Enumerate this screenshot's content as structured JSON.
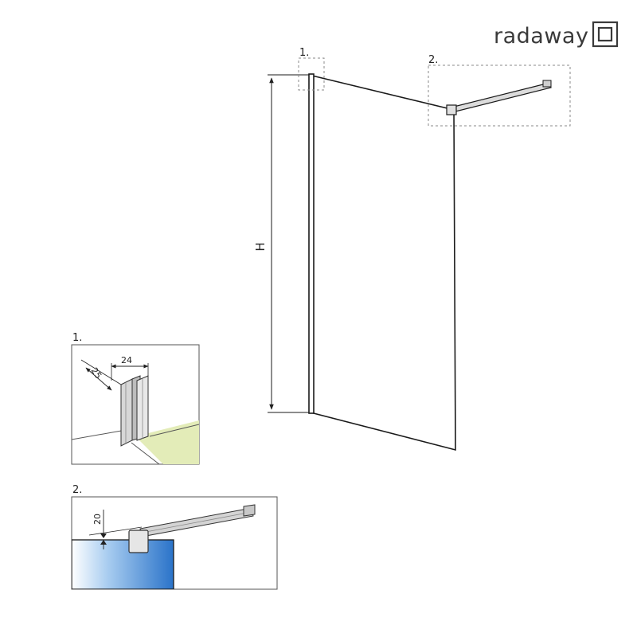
{
  "brand": {
    "name": "radaway"
  },
  "main": {
    "height_label": "H"
  },
  "callouts": {
    "one": "1.",
    "two": "2."
  },
  "detail1": {
    "title": "1.",
    "dim_a": "25",
    "dim_b": "24"
  },
  "detail2": {
    "title": "2.",
    "dim_a": "20"
  },
  "colors": {
    "line": "#1a1a1a",
    "dashed": "#888888",
    "floor": "#e3ecb8",
    "wall_blue": "#2a73c9",
    "bar": "#d4d4d4"
  }
}
